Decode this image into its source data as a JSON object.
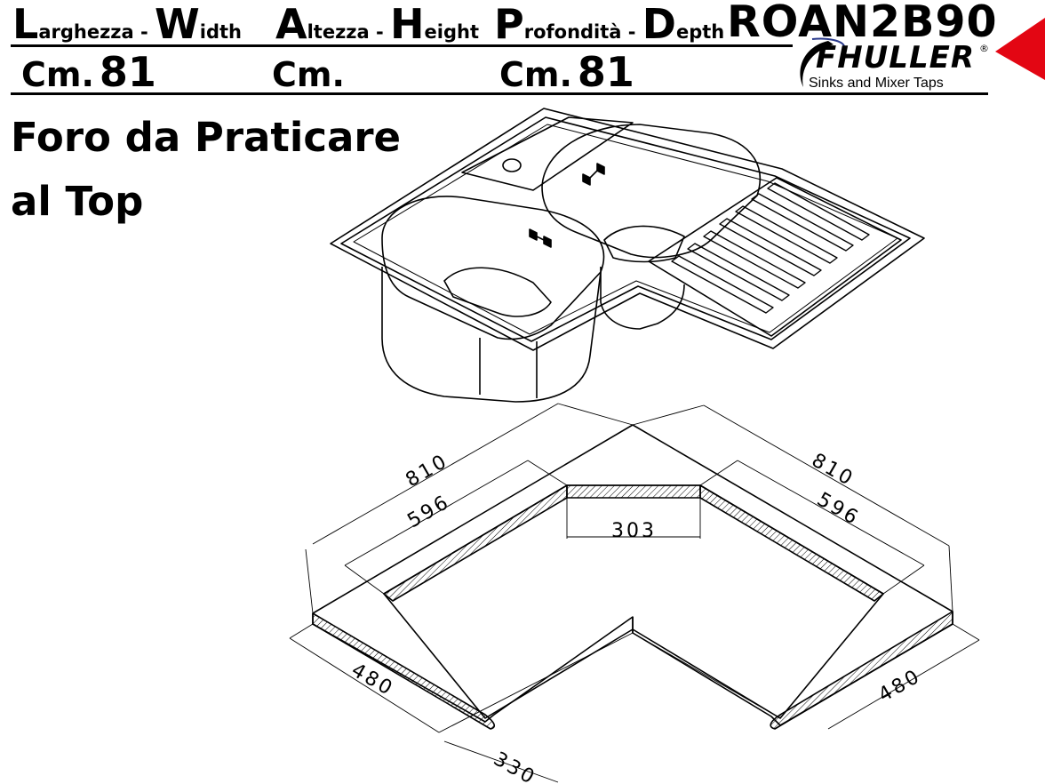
{
  "header": {
    "width_label": {
      "initial": "L",
      "rest": "arghezza - ",
      "en_initial": "W",
      "en_rest": "idth"
    },
    "height_label": {
      "initial": "A",
      "rest": "ltezza - ",
      "en_initial": "H",
      "en_rest": "eight"
    },
    "depth_label": {
      "initial": "P",
      "rest": "rofondità - ",
      "en_initial": "D",
      "en_rest": "epth"
    },
    "width_unit": "Cm.",
    "width_value": "81",
    "height_unit": "Cm.",
    "height_value": "",
    "depth_unit": "Cm.",
    "depth_value": "81",
    "model": "ROAN2B90"
  },
  "brand": {
    "name": "FHULLER",
    "reg": "®",
    "tagline": "Sinks and Mixer Taps",
    "accent_color": "#e30613"
  },
  "title": {
    "line1": "Foro da Praticare",
    "line2": "al Top"
  },
  "dimensions": {
    "outer_left": "810",
    "inner_left": "596",
    "outer_right": "810",
    "inner_right": "596",
    "back_edge": "303",
    "depth_left": "480",
    "depth_right": "480",
    "front_inner": "330"
  }
}
